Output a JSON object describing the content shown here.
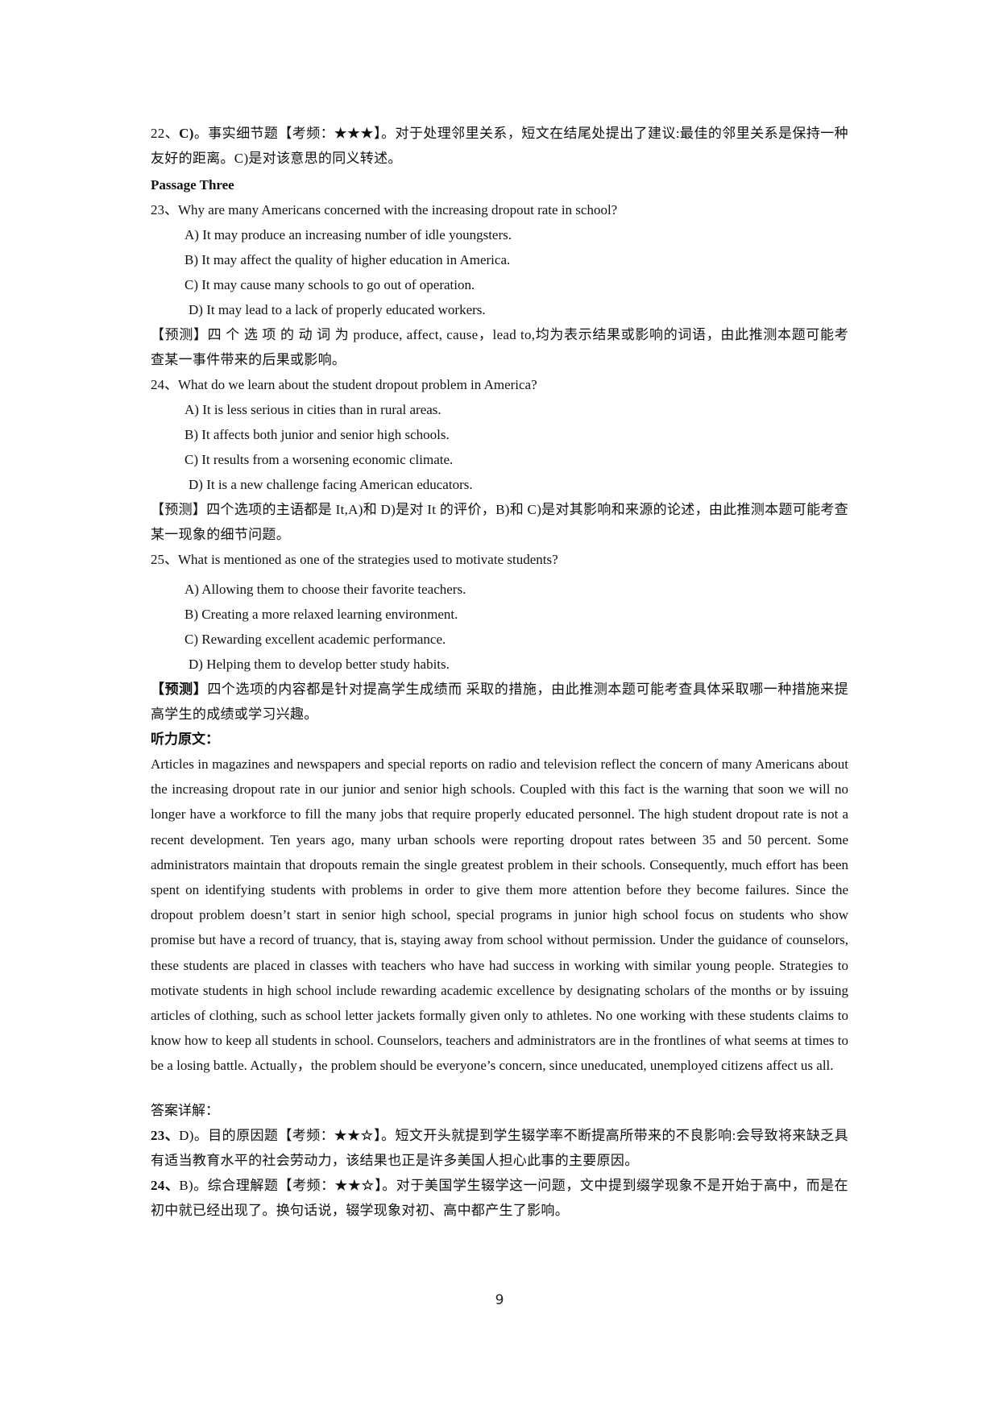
{
  "q22_answer": {
    "num": "22、",
    "key": "C)",
    "type": "。事实细节题",
    "freq_label": "【考频：",
    "stars": "★★★",
    "freq_close": "】",
    "text1": "。对于处理邻里关系，短文在结尾处提出了建议:最佳的邻里关系是",
    "text2": "保持一种友好的距离。C)是对该意思的同义转述。"
  },
  "passage_title": "Passage Three",
  "questions": [
    {
      "stem": "23、Why are many Americans concerned with the increasing dropout rate in school?",
      "options": [
        "A)  It may produce an increasing number of idle youngsters.",
        "B)  It may affect the quality of higher education in America.",
        "C)  It may cause many schools to go out of operation.",
        "D) It may lead to a lack of properly educated workers."
      ],
      "prediction_label": "【预测】",
      "prediction": "四 个 选 项 的 动 词 为  produce, affect, cause，lead to,均为表示结果或影响的词语，由此推测本题可能考查某一事件带来的后果或影响。"
    },
    {
      "stem": "24、What do we learn about the student dropout problem in America?",
      "options": [
        "A)  It is less serious in cities than in rural areas.",
        "B)  It affects both junior and senior high schools.",
        "C)  It results from a worsening economic climate.",
        "D) It is a new challenge facing American educators."
      ],
      "prediction_label": "【预测】",
      "prediction": "四个选项的主语都是 It,A)和 D)是对 It  的评价，B)和 C)是对其影响和来源的论述，由此推测本题可能考查某一现象的细节问题。"
    },
    {
      "stem": "25、What is mentioned as one of the strategies used to motivate students?",
      "options": [
        "A)  Allowing them to choose their favorite teachers.",
        "B)  Creating a more relaxed learning environment.",
        "C)  Rewarding excellent academic performance.",
        "D) Helping them to develop better study habits."
      ],
      "prediction_label": "【预测】",
      "prediction": "四个选项的内容都是针对提高学生成绩而  采取的措施，由此推测本题可能考查具体采取哪一种措施来提高学生的成绩或学习兴趣。"
    }
  ],
  "transcript": {
    "heading": "听力原文：",
    "body": "Articles in magazines and newspapers and special reports on radio and television reflect the concern of many Americans about the increasing dropout rate in our junior and senior high schools. Coupled with this fact is the warning that soon we will no longer have a workforce to fill the many jobs that require properly educated personnel. The high student dropout rate is not a recent development. Ten years ago, many urban schools were reporting dropout rates between 35 and 50 percent. Some administrators maintain that dropouts remain the single greatest problem in their schools. Consequently, much effort has been spent on identifying students with problems in order to give them more attention before they become failures. Since the dropout problem doesn’t start in senior high school, special programs in junior high school focus on students who show promise but have a record of truancy, that is, staying away from school without permission. Under the guidance of counselors, these students are placed in classes with teachers who have had success in working with similar young people. Strategies to motivate students in high school include rewarding academic excellence by designating scholars of the months or by issuing articles of clothing, such as school letter jackets formally given only to athletes. No one working with these students claims to know how to keep all students in school. Counselors, teachers and administrators are in the frontlines of what seems at times to be a losing battle. Actually，the problem should be everyone’s concern, since uneducated, unemployed citizens affect us all."
  },
  "answers": {
    "heading": "答案详解：",
    "items": [
      {
        "num": "23、",
        "key": "D)",
        "type": "。目的原因题",
        "freq_label": "【考频：",
        "stars": "★★☆",
        "freq_close": "】",
        "text": "。短文开头就提到学生辍学率不断提高所带来的不良影响:会导致将来缺乏具有适当教育水平的社会劳动力，该结果也正是许多美国人担心此事的主要原因。"
      },
      {
        "num": "24、",
        "key": "B)",
        "type": "。综合理解题",
        "freq_label": "【考频：",
        "stars": "★★☆",
        "freq_close": "】",
        "text": "。对于美国学生辍学这一问题，文中提到缀学现象不是开始于高中，而是在初中就已经出现了。换句话说，辍学现象对初、高中都产生了影响。"
      }
    ]
  },
  "page_number": "9"
}
